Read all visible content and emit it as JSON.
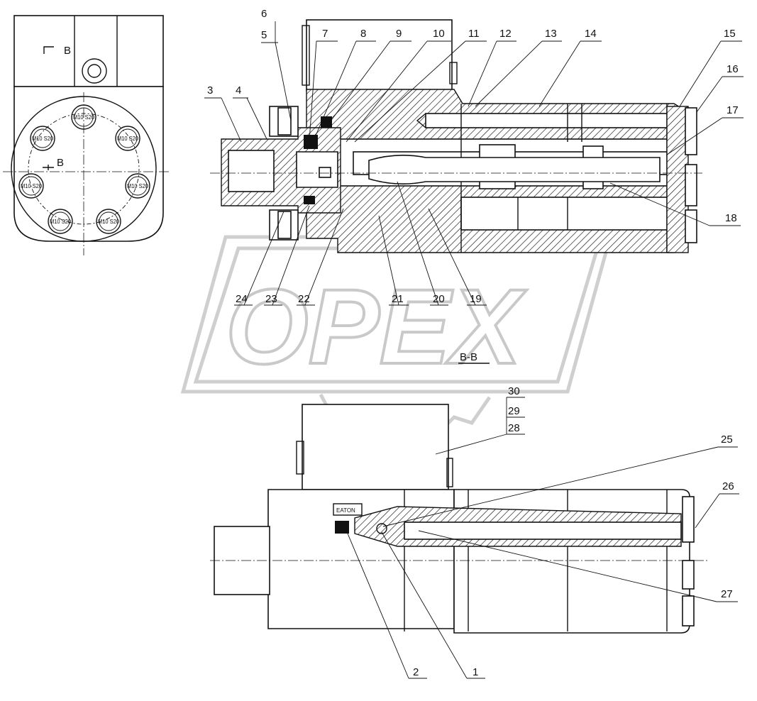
{
  "section": {
    "marker_top": "B",
    "marker_left": "B",
    "title": "B-B"
  },
  "watermark": {
    "text": "OPEX"
  },
  "bolt_labels": [
    "M10 S20",
    "M10 S20",
    "M10 S20",
    "M10 S20",
    "M10 S20",
    "M10 S20",
    "M10 S20"
  ],
  "callouts": {
    "c1": "1",
    "c2": "2",
    "c3": "3",
    "c4": "4",
    "c5": "5",
    "c6": "6",
    "c7": "7",
    "c8": "8",
    "c9": "9",
    "c10": "10",
    "c11": "11",
    "c12": "12",
    "c13": "13",
    "c14": "14",
    "c15": "15",
    "c16": "16",
    "c17": "17",
    "c18": "18",
    "c19": "19",
    "c20": "20",
    "c21": "21",
    "c22": "22",
    "c23": "23",
    "c24": "24",
    "c25": "25",
    "c26": "26",
    "c27": "27",
    "c28": "28",
    "c29": "29",
    "c30": "30"
  },
  "nameplate": {
    "brand": "EATON"
  }
}
